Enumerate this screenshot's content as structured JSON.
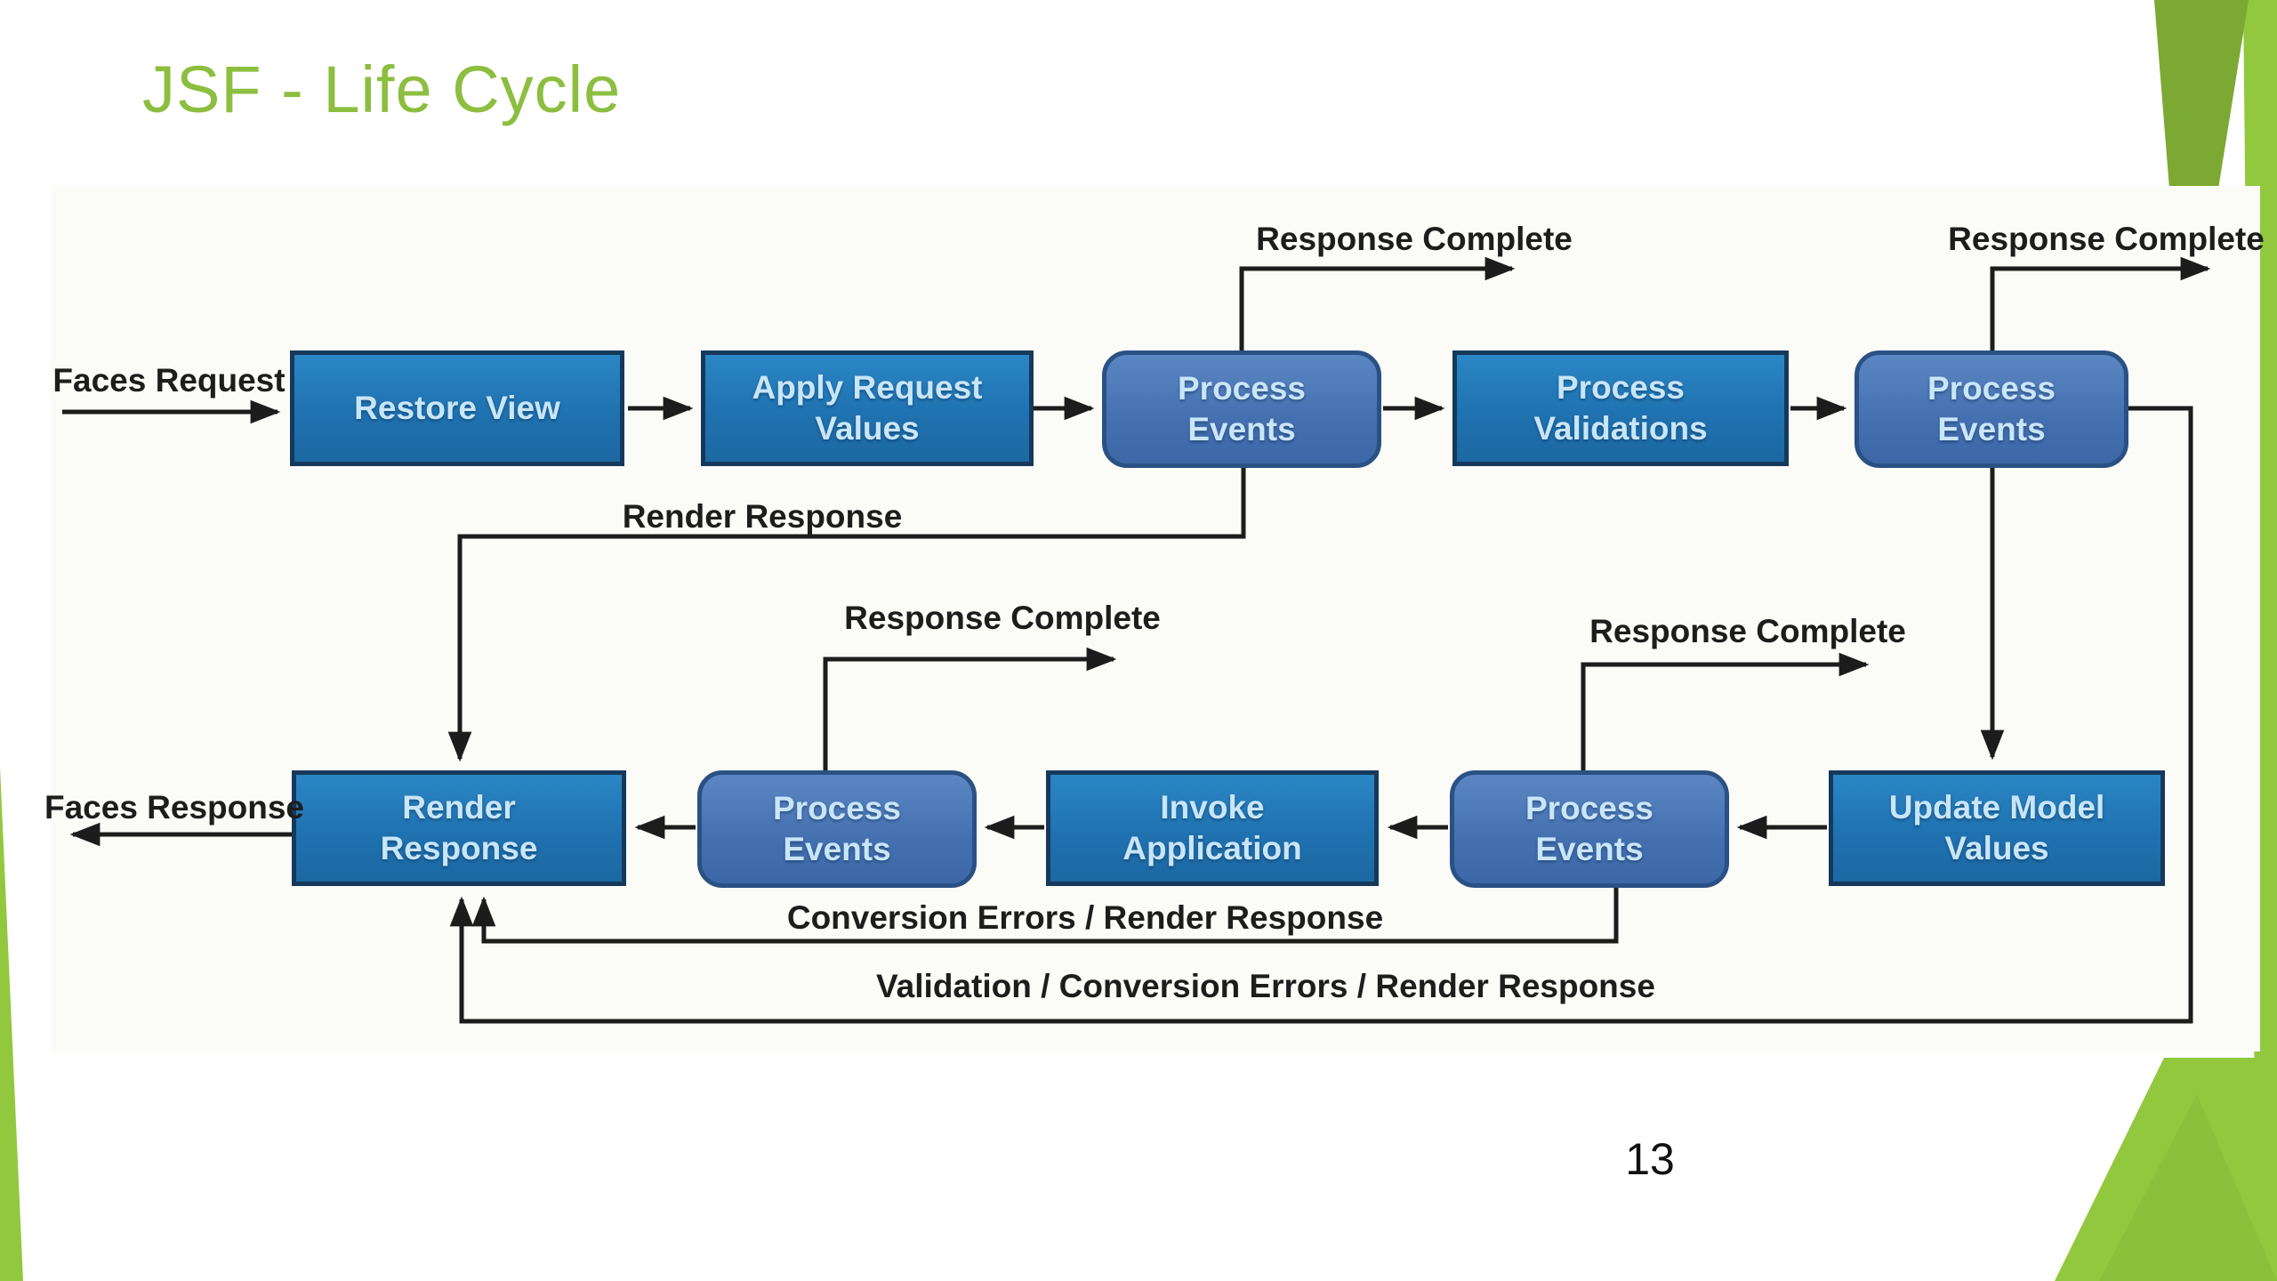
{
  "slide": {
    "title": "JSF - Life Cycle",
    "page_number": "13",
    "colors": {
      "title_green": "#8CBE3F",
      "green_bright": "#92C83E",
      "green_dark": "#7CA933",
      "box_fill": "#2178B8",
      "box_fill_rounded": "#4A79B8",
      "box_border": "#16395B",
      "box_border_rounded": "#2A5183",
      "box_text": "#C9E5F8",
      "line": "#1C1C1C",
      "label_text": "#1D1D1D",
      "panel_bg": "#FBFBF8"
    }
  },
  "diagram": {
    "boxes": [
      {
        "id": "restore-view",
        "label": "Restore View",
        "shape": "square"
      },
      {
        "id": "apply-request-values",
        "label": "Apply Request Values",
        "shape": "square"
      },
      {
        "id": "process-events-1",
        "label": "Process Events",
        "shape": "rounded"
      },
      {
        "id": "process-validations",
        "label": "Process Validations",
        "shape": "square"
      },
      {
        "id": "process-events-2",
        "label": "Process Events",
        "shape": "rounded"
      },
      {
        "id": "render-response",
        "label": "Render Response",
        "shape": "square"
      },
      {
        "id": "process-events-3",
        "label": "Process Events",
        "shape": "rounded"
      },
      {
        "id": "invoke-application",
        "label": "Invoke Application",
        "shape": "square"
      },
      {
        "id": "process-events-4",
        "label": "Process Events",
        "shape": "rounded"
      },
      {
        "id": "update-model-values",
        "label": "Update Model Values",
        "shape": "square"
      }
    ],
    "labels": {
      "faces_request": "Faces Request",
      "faces_response": "Faces Response",
      "response_complete_1": "Response Complete",
      "response_complete_2": "Response Complete",
      "response_complete_3": "Response Complete",
      "response_complete_4": "Response Complete",
      "render_response": "Render Response",
      "conversion_errors": "Conversion Errors / Render Response",
      "validation_errors": "Validation / Conversion Errors / Render Response"
    },
    "edges": [
      {
        "from": "faces-request-entry",
        "to": "restore-view",
        "label": "Faces Request"
      },
      {
        "from": "restore-view",
        "to": "apply-request-values",
        "label": ""
      },
      {
        "from": "apply-request-values",
        "to": "process-events-1",
        "label": ""
      },
      {
        "from": "process-events-1",
        "to": "process-validations",
        "label": ""
      },
      {
        "from": "process-validations",
        "to": "process-events-2",
        "label": ""
      },
      {
        "from": "process-events-1",
        "to": "exit",
        "label": "Response Complete"
      },
      {
        "from": "process-events-2",
        "to": "exit",
        "label": "Response Complete"
      },
      {
        "from": "process-events-1",
        "to": "render-response",
        "label": "Render Response"
      },
      {
        "from": "process-events-2",
        "to": "update-model-values",
        "label": ""
      },
      {
        "from": "update-model-values",
        "to": "process-events-4",
        "label": ""
      },
      {
        "from": "process-events-4",
        "to": "invoke-application",
        "label": ""
      },
      {
        "from": "invoke-application",
        "to": "process-events-3",
        "label": ""
      },
      {
        "from": "process-events-3",
        "to": "render-response",
        "label": ""
      },
      {
        "from": "process-events-3",
        "to": "exit",
        "label": "Response Complete"
      },
      {
        "from": "process-events-4",
        "to": "exit",
        "label": "Response Complete"
      },
      {
        "from": "process-events-4",
        "to": "render-response",
        "label": "Conversion Errors / Render Response"
      },
      {
        "from": "process-events-2",
        "to": "render-response",
        "label": "Validation / Conversion Errors / Render Response"
      },
      {
        "from": "render-response",
        "to": "faces-response-exit",
        "label": "Faces Response"
      }
    ]
  }
}
